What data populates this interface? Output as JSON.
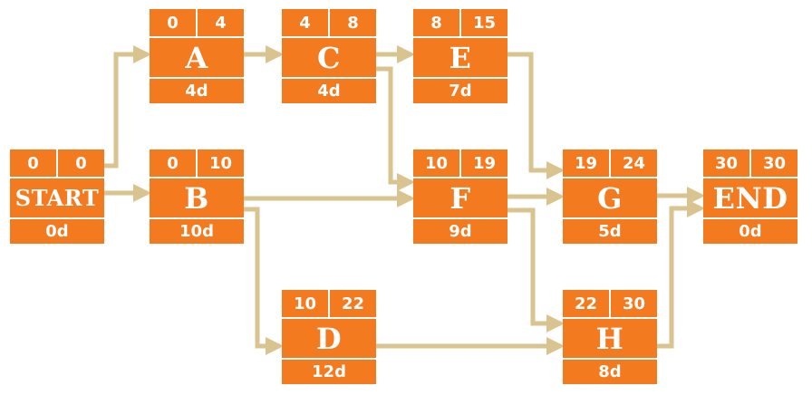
{
  "diagram": {
    "colors": {
      "node_fill": "#f47a20",
      "node_text": "#ffffff",
      "arrow": "#d9c38f"
    },
    "nodes": [
      {
        "id": "start",
        "name": "START",
        "es": "0",
        "ef": "0",
        "duration": "0d"
      },
      {
        "id": "a",
        "name": "A",
        "es": "0",
        "ef": "4",
        "duration": "4d"
      },
      {
        "id": "b",
        "name": "B",
        "es": "0",
        "ef": "10",
        "duration": "10d"
      },
      {
        "id": "c",
        "name": "C",
        "es": "4",
        "ef": "8",
        "duration": "4d"
      },
      {
        "id": "d",
        "name": "D",
        "es": "10",
        "ef": "22",
        "duration": "12d"
      },
      {
        "id": "e",
        "name": "E",
        "es": "8",
        "ef": "15",
        "duration": "7d"
      },
      {
        "id": "f",
        "name": "F",
        "es": "10",
        "ef": "19",
        "duration": "9d"
      },
      {
        "id": "g",
        "name": "G",
        "es": "19",
        "ef": "24",
        "duration": "5d"
      },
      {
        "id": "h",
        "name": "H",
        "es": "22",
        "ef": "30",
        "duration": "8d"
      },
      {
        "id": "end",
        "name": "END",
        "es": "30",
        "ef": "30",
        "duration": "0d"
      }
    ],
    "edges": [
      {
        "from": "START",
        "to": "A"
      },
      {
        "from": "START",
        "to": "B"
      },
      {
        "from": "A",
        "to": "C"
      },
      {
        "from": "C",
        "to": "E"
      },
      {
        "from": "C",
        "to": "F"
      },
      {
        "from": "B",
        "to": "F"
      },
      {
        "from": "B",
        "to": "D"
      },
      {
        "from": "E",
        "to": "G"
      },
      {
        "from": "F",
        "to": "G"
      },
      {
        "from": "F",
        "to": "H"
      },
      {
        "from": "D",
        "to": "H"
      },
      {
        "from": "G",
        "to": "END"
      },
      {
        "from": "H",
        "to": "END"
      }
    ]
  }
}
